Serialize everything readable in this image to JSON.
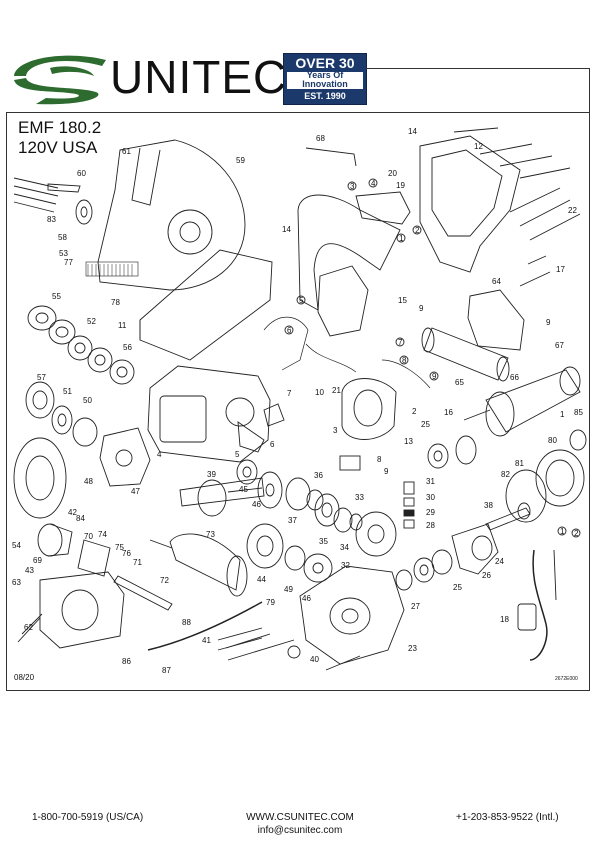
{
  "brand": {
    "name": "UNITEC",
    "badge_over": "OVER 30",
    "badge_years": "Years Of",
    "badge_innovation": "Innovation",
    "badge_est": "EST. 1990",
    "logo_green": "#2e6b2f",
    "badge_blue": "#1b3a6b"
  },
  "model": {
    "name": "EMF 180.2",
    "voltage": "120V  USA"
  },
  "date_code": "08/20",
  "drawing_code": "2672E000",
  "callouts": [
    {
      "id": "c1",
      "label": "1"
    },
    {
      "id": "c2",
      "label": "2"
    },
    {
      "id": "c3",
      "label": "3"
    },
    {
      "id": "c4",
      "label": "4"
    },
    {
      "id": "c5",
      "label": "5"
    },
    {
      "id": "c6",
      "label": "6"
    },
    {
      "id": "c7",
      "label": "7"
    },
    {
      "id": "c8",
      "label": "8"
    },
    {
      "id": "c9a",
      "label": "9"
    },
    {
      "id": "c9b",
      "label": "9"
    },
    {
      "id": "c9c",
      "label": "9"
    },
    {
      "id": "c10",
      "label": "10"
    },
    {
      "id": "c11",
      "label": "11"
    },
    {
      "id": "c12",
      "label": "12"
    },
    {
      "id": "c13",
      "label": "13"
    },
    {
      "id": "c14a",
      "label": "14"
    },
    {
      "id": "c14b",
      "label": "14"
    },
    {
      "id": "c15",
      "label": "15"
    },
    {
      "id": "c16",
      "label": "16"
    },
    {
      "id": "c17",
      "label": "17"
    },
    {
      "id": "c18",
      "label": "18"
    },
    {
      "id": "c19",
      "label": "19"
    },
    {
      "id": "c20",
      "label": "20"
    },
    {
      "id": "c21",
      "label": "21"
    },
    {
      "id": "c22",
      "label": "22"
    },
    {
      "id": "c23",
      "label": "23"
    },
    {
      "id": "c24",
      "label": "24"
    },
    {
      "id": "c25a",
      "label": "25"
    },
    {
      "id": "c25b",
      "label": "25"
    },
    {
      "id": "c26",
      "label": "26"
    },
    {
      "id": "c27",
      "label": "27"
    },
    {
      "id": "c28",
      "label": "28"
    },
    {
      "id": "c29",
      "label": "29"
    },
    {
      "id": "c30",
      "label": "30"
    },
    {
      "id": "c31",
      "label": "31"
    },
    {
      "id": "c32",
      "label": "32"
    },
    {
      "id": "c33",
      "label": "33"
    },
    {
      "id": "c34",
      "label": "34"
    },
    {
      "id": "c35",
      "label": "35"
    },
    {
      "id": "c36",
      "label": "36"
    },
    {
      "id": "c37",
      "label": "37"
    },
    {
      "id": "c38",
      "label": "38"
    },
    {
      "id": "c39",
      "label": "39"
    },
    {
      "id": "c40",
      "label": "40"
    },
    {
      "id": "c41",
      "label": "41"
    },
    {
      "id": "c42",
      "label": "42"
    },
    {
      "id": "c43",
      "label": "43"
    },
    {
      "id": "c44",
      "label": "44"
    },
    {
      "id": "c45",
      "label": "45"
    },
    {
      "id": "c46a",
      "label": "46"
    },
    {
      "id": "c46b",
      "label": "46"
    },
    {
      "id": "c47",
      "label": "47"
    },
    {
      "id": "c48",
      "label": "48"
    },
    {
      "id": "c49",
      "label": "49"
    },
    {
      "id": "c50",
      "label": "50"
    },
    {
      "id": "c51",
      "label": "51"
    },
    {
      "id": "c52",
      "label": "52"
    },
    {
      "id": "c53",
      "label": "53"
    },
    {
      "id": "c54",
      "label": "54"
    },
    {
      "id": "c55",
      "label": "55"
    },
    {
      "id": "c56",
      "label": "56"
    },
    {
      "id": "c57",
      "label": "57"
    },
    {
      "id": "c58",
      "label": "58"
    },
    {
      "id": "c59",
      "label": "59"
    },
    {
      "id": "c60",
      "label": "60"
    },
    {
      "id": "c61",
      "label": "61"
    },
    {
      "id": "c62",
      "label": "62"
    },
    {
      "id": "c63",
      "label": "63"
    },
    {
      "id": "c64",
      "label": "64"
    },
    {
      "id": "c65",
      "label": "65"
    },
    {
      "id": "c66",
      "label": "66"
    },
    {
      "id": "c67",
      "label": "67"
    },
    {
      "id": "c68",
      "label": "68"
    },
    {
      "id": "c69",
      "label": "69"
    },
    {
      "id": "c70",
      "label": "70"
    },
    {
      "id": "c71",
      "label": "71"
    },
    {
      "id": "c72",
      "label": "72"
    },
    {
      "id": "c73",
      "label": "73"
    },
    {
      "id": "c74",
      "label": "74"
    },
    {
      "id": "c75",
      "label": "75"
    },
    {
      "id": "c76",
      "label": "76"
    },
    {
      "id": "c77",
      "label": "77"
    },
    {
      "id": "c78",
      "label": "78"
    },
    {
      "id": "c79",
      "label": "79"
    },
    {
      "id": "c80",
      "label": "80"
    },
    {
      "id": "c81",
      "label": "81"
    },
    {
      "id": "c82",
      "label": "82"
    },
    {
      "id": "c83",
      "label": "83"
    },
    {
      "id": "c84",
      "label": "84"
    },
    {
      "id": "c85",
      "label": "85"
    },
    {
      "id": "c86",
      "label": "86"
    },
    {
      "id": "c87",
      "label": "87"
    },
    {
      "id": "c88",
      "label": "88"
    },
    {
      "id": "w1",
      "label": "1"
    },
    {
      "id": "w2",
      "label": "2"
    },
    {
      "id": "w3",
      "label": "3"
    },
    {
      "id": "w4",
      "label": "4"
    },
    {
      "id": "w5",
      "label": "5"
    },
    {
      "id": "w6",
      "label": "6"
    },
    {
      "id": "w7",
      "label": "7"
    },
    {
      "id": "w8",
      "label": "8"
    },
    {
      "id": "w9",
      "label": "9"
    },
    {
      "id": "w1b",
      "label": "1"
    },
    {
      "id": "w2b",
      "label": "2"
    }
  ],
  "footer": {
    "phone_us": "1-800-700-5919 (US/CA)",
    "website": "WWW.CSUNITEC.COM",
    "email": "info@csunitec.com",
    "phone_intl": "+1-203-853-9522 (Intl.)"
  }
}
